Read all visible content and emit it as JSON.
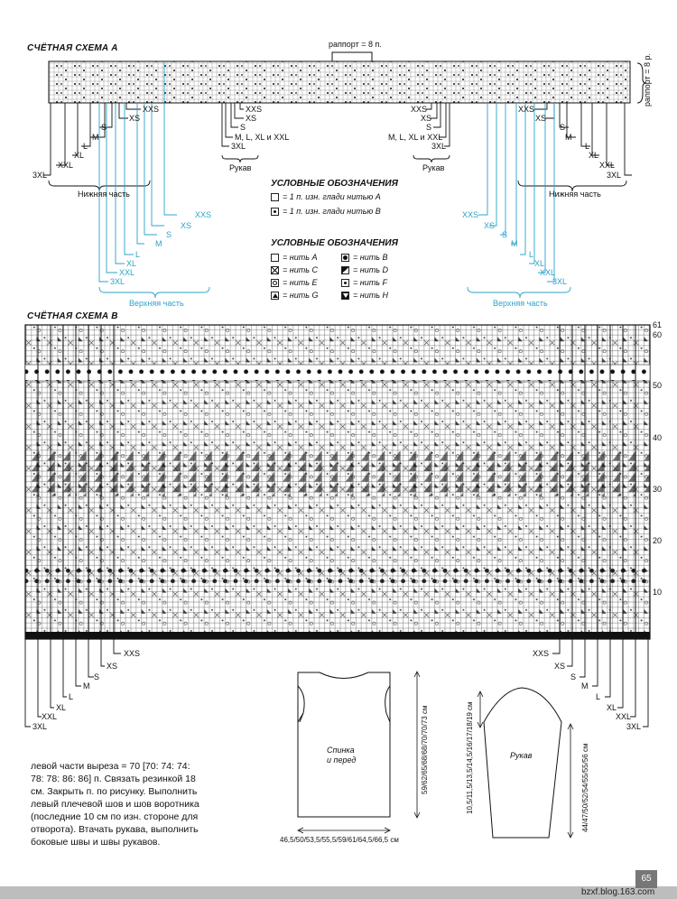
{
  "chartA": {
    "title": "СЧЁТНАЯ СХЕМА А",
    "repeat_label": "раппорт = 8 п.",
    "repeat_rows": "раппорт = 8 р.",
    "sleeve_label": "Рукав",
    "lower_label": "Нижняя часть",
    "upper_label": "Верхняя часть",
    "left_sizes": [
      "XXS",
      "XS",
      "S",
      "M",
      "L",
      "XL",
      "XXL",
      "3XL"
    ],
    "left_sleeve_sizes": [
      "XXS",
      "XS",
      "S",
      "M, L, XL и XXL",
      "3XL"
    ],
    "right_sleeve_sizes": [
      "XXS",
      "XS",
      "S",
      "M, L, XL и XXL",
      "3XL"
    ],
    "upper_sizes": [
      "XXS",
      "XS",
      "S",
      "M",
      "L",
      "XL",
      "XXL",
      "3XL"
    ]
  },
  "legend1": {
    "title": "УСЛОВНЫЕ ОБОЗНАЧЕНИЯ",
    "items": [
      {
        "symbol": "empty",
        "text": "= 1 п. изн. глади нитью А"
      },
      {
        "symbol": "dot",
        "text": "= 1 п. изн. глади нитью В"
      }
    ]
  },
  "legend2": {
    "title": "УСЛОВНЫЕ ОБОЗНАЧЕНИЯ",
    "left": [
      {
        "symbol": "empty",
        "text": "= нить А"
      },
      {
        "symbol": "cross",
        "text": "= нить С"
      },
      {
        "symbol": "ring",
        "text": "= нить Е"
      },
      {
        "symbol": "tri",
        "text": "= нить G"
      }
    ],
    "right": [
      {
        "symbol": "bigdot",
        "text": "= нить В"
      },
      {
        "symbol": "half",
        "text": "= нить D"
      },
      {
        "symbol": "dot",
        "text": "= нить F"
      },
      {
        "symbol": "trifill",
        "text": "= нить Н"
      }
    ]
  },
  "chartB": {
    "title": "СЧЁТНАЯ СХЕМА В",
    "row_numbers": [
      "61",
      "60",
      "50",
      "40",
      "30",
      "20",
      "10"
    ],
    "sizes": [
      "XXS",
      "XS",
      "S",
      "M",
      "L",
      "XL",
      "XXL",
      "3XL"
    ]
  },
  "schematic": {
    "body_label_1": "Спинка",
    "body_label_2": "и перед",
    "body_height": "59/62/65/68/68/70/70/73 см",
    "body_width": "46,5/50/53,5/55,5/59/61/64,5/66,5 см",
    "sleeve_label": "Рукав",
    "sleeve_cap": "10,5/11,5/13,5/14,5/16/17/18/19 см",
    "sleeve_length": "44/47/50/52/54/55/55/56 см"
  },
  "text": {
    "lines": [
      "левой части выреза = 70 [70: 74: 74:",
      "78: 78: 86: 86] п. Связать резинкой 18",
      "см. Закрыть п. по рисунку. Выполнить",
      "левый плечевой шов и шов воротника",
      "(последние 10 см по изн. стороне для",
      "отворота). Втачать рукава, выполнить",
      "боковые швы и швы рукавов."
    ]
  },
  "footer": {
    "page_number": "65",
    "site": "bzxf.blog.163.com"
  }
}
